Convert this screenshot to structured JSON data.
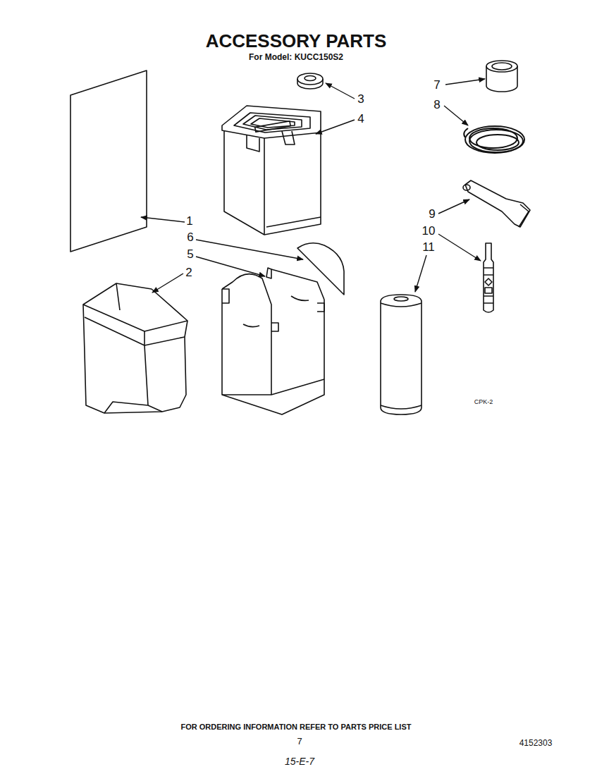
{
  "diagram": {
    "title": "ACCESSORY PARTS",
    "labels": [
      "For Model: KUCC150S2",
      "3",
      "7",
      "4",
      "8",
      "1",
      "9",
      "6",
      "10",
      "5",
      "11",
      "2",
      "CPK-2",
      "FOR ORDERING INFORMATION REFER TO PARTS PRICE LIST",
      "7",
      "4152303",
      "15-E-7"
    ]
  }
}
